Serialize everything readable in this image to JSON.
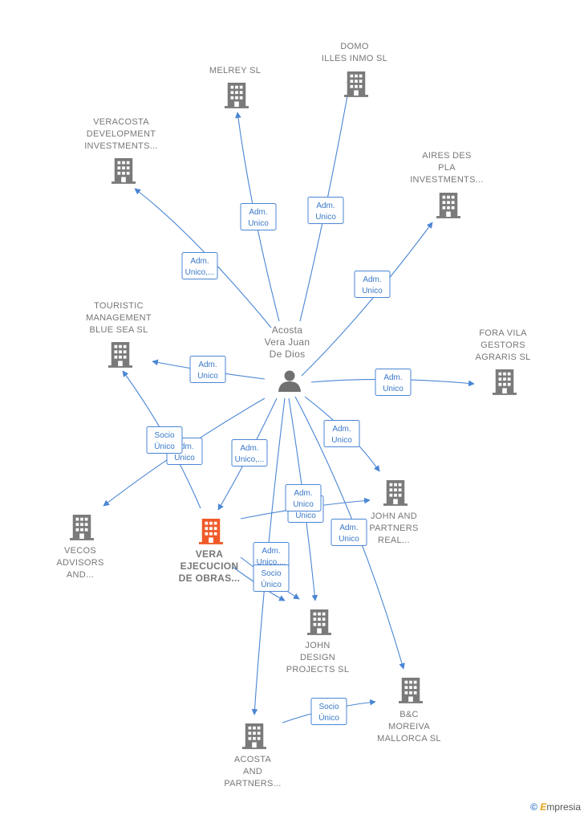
{
  "colors": {
    "edge": "#4a86d4",
    "building": "#7a7a7a",
    "focus_building": "#f05a28",
    "person": "#707070",
    "label": "#777777"
  },
  "person": {
    "name_lines": [
      "Acosta",
      "Vera Juan",
      "De Dios"
    ],
    "icon": "person-icon"
  },
  "nodes": [
    {
      "id": "melrey",
      "lines": [
        "MELREY  SL"
      ],
      "icon": "building-icon"
    },
    {
      "id": "domo",
      "lines": [
        "DOMO",
        "ILLES INMO  SL"
      ],
      "icon": "building-icon"
    },
    {
      "id": "veracosta",
      "lines": [
        "VERACOSTA",
        "DEVELOPMENT",
        "INVESTMENTS..."
      ],
      "icon": "building-icon"
    },
    {
      "id": "aires",
      "lines": [
        "AIRES DES",
        "PLA",
        "INVESTMENTS..."
      ],
      "icon": "building-icon"
    },
    {
      "id": "touristic",
      "lines": [
        "TOURISTIC",
        "MANAGEMENT",
        "BLUE SEA  SL"
      ],
      "icon": "building-icon"
    },
    {
      "id": "foravila",
      "lines": [
        "FORA VILA",
        "GESTORS",
        "AGRARIS  SL"
      ],
      "icon": "building-icon"
    },
    {
      "id": "john_partners",
      "lines": [
        "JOHN AND",
        "PARTNERS",
        "REAL..."
      ],
      "icon": "building-icon"
    },
    {
      "id": "vecos",
      "lines": [
        "VECOS",
        "ADVISORS",
        "AND..."
      ],
      "icon": "building-icon"
    },
    {
      "id": "vera",
      "lines": [
        "VERA",
        "EJECUCION",
        "DE OBRAS..."
      ],
      "icon": "building-icon",
      "focus": true
    },
    {
      "id": "john_design",
      "lines": [
        "JOHN",
        "DESIGN",
        "PROJECTS  SL"
      ],
      "icon": "building-icon"
    },
    {
      "id": "bc",
      "lines": [
        "B&C",
        "MOREIVA",
        "MALLORCA  SL"
      ],
      "icon": "building-icon"
    },
    {
      "id": "acosta_partners",
      "lines": [
        "ACOSTA",
        "AND",
        "PARTNERS..."
      ],
      "icon": "building-icon"
    }
  ],
  "edges": [
    {
      "id": "e-melrey",
      "lines": [
        "Adm.",
        "Unico"
      ]
    },
    {
      "id": "e-domo",
      "lines": [
        "Adm.",
        "Unico"
      ]
    },
    {
      "id": "e-veracosta",
      "lines": [
        "Adm.",
        "Unico,..."
      ]
    },
    {
      "id": "e-aires",
      "lines": [
        "Adm.",
        "Unico"
      ]
    },
    {
      "id": "e-touristic",
      "lines": [
        "Adm.",
        "Unico"
      ]
    },
    {
      "id": "e-foravila",
      "lines": [
        "Adm.",
        "Unico"
      ]
    },
    {
      "id": "e-johnpartners",
      "lines": [
        "Adm.",
        "Unico"
      ]
    },
    {
      "id": "e-vecos",
      "lines": [
        "Adm.",
        "Unico"
      ]
    },
    {
      "id": "e-vera-touristic",
      "lines": [
        "Socio",
        "Único"
      ]
    },
    {
      "id": "e-vera",
      "lines": [
        "Adm.",
        "Unico,..."
      ]
    },
    {
      "id": "e-johndesign-back",
      "lines": [
        "Adm.",
        "Unico"
      ]
    },
    {
      "id": "e-johndesign",
      "lines": [
        "Adm.",
        "Unico"
      ]
    },
    {
      "id": "e-bc",
      "lines": [
        "Adm.",
        "Unico"
      ]
    },
    {
      "id": "e-vera-johndesign",
      "lines": [
        "Adm.",
        "Unico,..."
      ]
    },
    {
      "id": "e-vera-johndesign2",
      "lines": [
        "Socio",
        "Único"
      ]
    },
    {
      "id": "e-acosta-bc",
      "lines": [
        "Socio",
        "Único"
      ]
    }
  ],
  "brand": {
    "copyright": "©",
    "initial": "E",
    "rest": "mpresia"
  }
}
